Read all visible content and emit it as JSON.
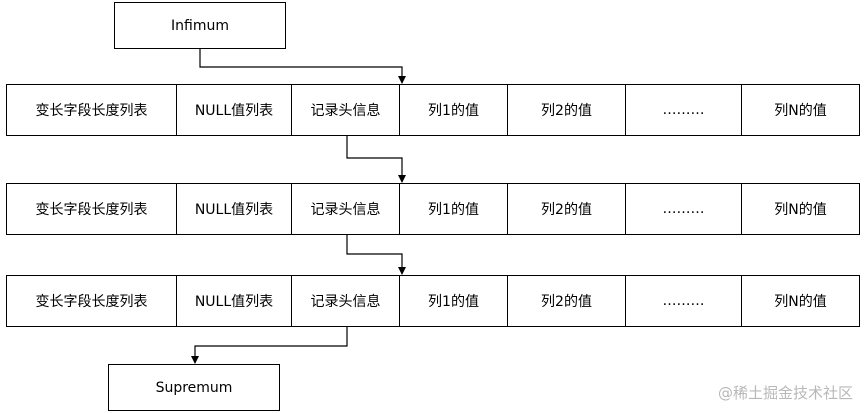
{
  "infimum_label": "Infimum",
  "supremum_label": "Supremum",
  "record_fields": [
    "变长字段长度列表",
    "NULL值列表",
    "记录头信息",
    "列1的值",
    "列2的值",
    "………",
    "列N的值"
  ],
  "record_count": 3,
  "watermark": "@稀土掘金技术社区"
}
